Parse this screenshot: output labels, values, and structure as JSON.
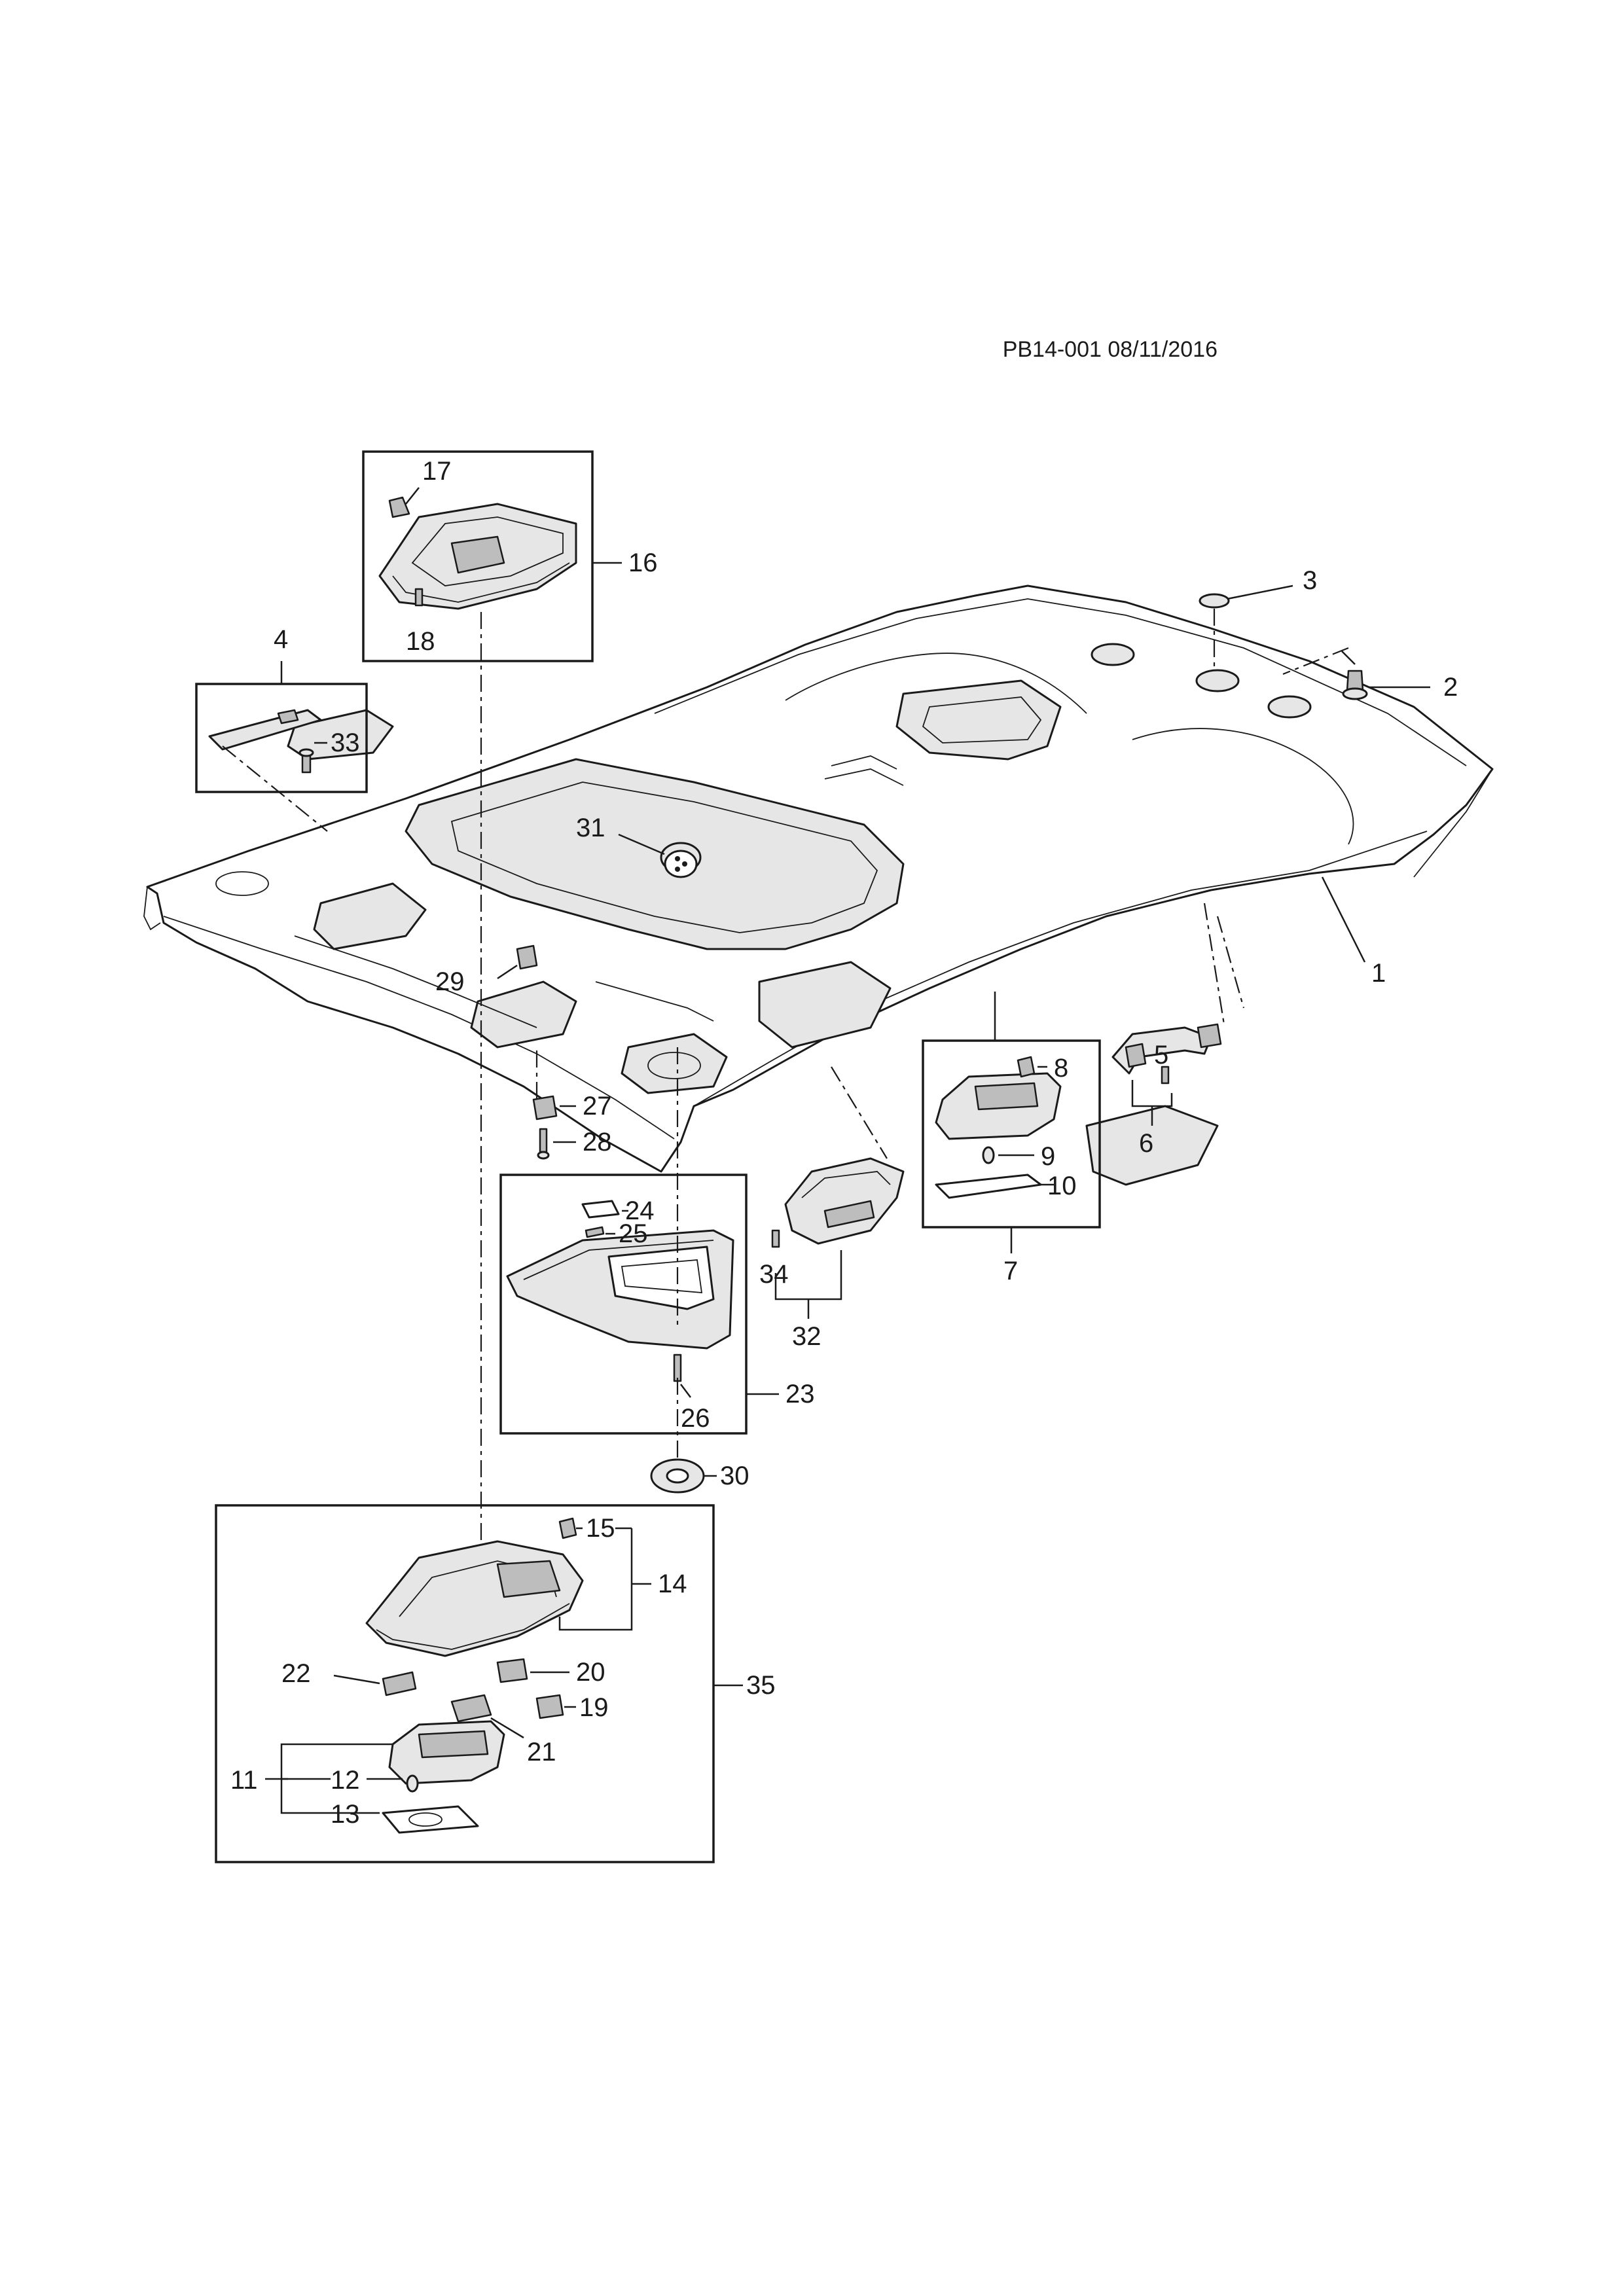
{
  "document": {
    "reference": "PB14-001 08/11/2016"
  },
  "callouts": {
    "n1": "1",
    "n2": "2",
    "n3": "3",
    "n4": "4",
    "n5": "5",
    "n6": "6",
    "n7": "7",
    "n8": "8",
    "n9": "9",
    "n10": "10",
    "n11": "11",
    "n12": "12",
    "n13": "13",
    "n14": "14",
    "n15": "15",
    "n16": "16",
    "n17": "17",
    "n18": "18",
    "n19": "19",
    "n20": "20",
    "n21": "21",
    "n22": "22",
    "n23": "23",
    "n24": "24",
    "n25": "25",
    "n26": "26",
    "n27": "27",
    "n28": "28",
    "n29": "29",
    "n30": "30",
    "n31": "31",
    "n32": "32",
    "n33": "33",
    "n34": "34",
    "n35": "35"
  }
}
